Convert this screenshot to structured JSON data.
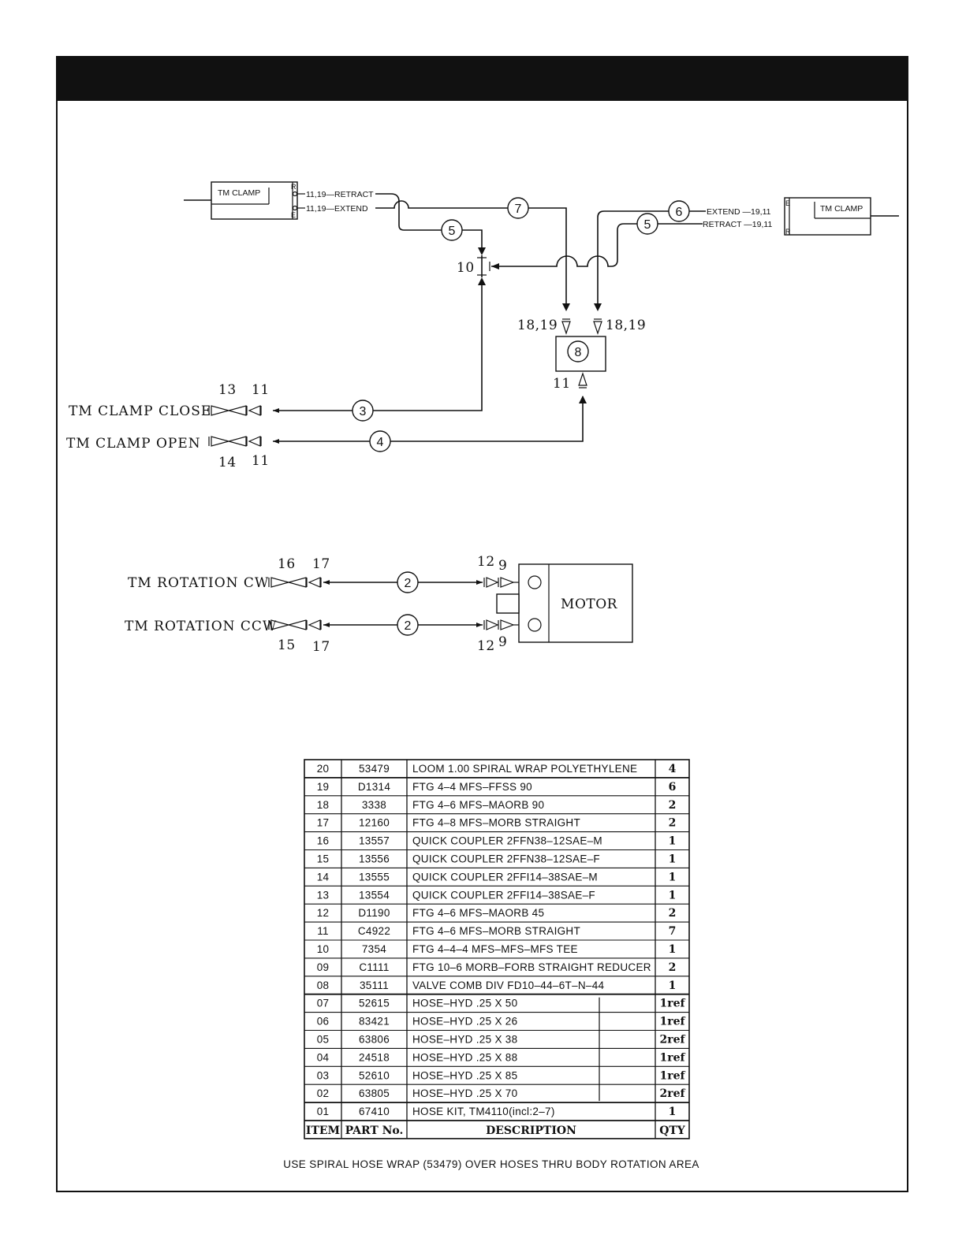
{
  "diagram": {
    "left_cylinder": {
      "title": "TM CLAMP",
      "port_r": "R",
      "port_e": "E",
      "retract": "11,19—RETRACT",
      "extend": "11,19—EXTEND"
    },
    "right_cylinder": {
      "title": "TM CLAMP",
      "port_e": "E",
      "port_r": "R",
      "extend": "EXTEND —19,11",
      "retract": "RETRACT —19,11"
    },
    "hoses": {
      "h7": "7",
      "h6": "6",
      "h5a": "5",
      "h5b": "5",
      "h3": "3",
      "h4": "4",
      "h2a": "2",
      "h2b": "2"
    },
    "tee_label": "10",
    "valve": {
      "id": "8",
      "left_fittings": "18,19",
      "right_fittings": "18,19",
      "bottom_fitting": "11"
    },
    "clamp_close": {
      "label": "TM  CLAMP  CLOSE",
      "top1": "13",
      "top2": "11"
    },
    "clamp_open": {
      "label": "TM  CLAMP  OPEN",
      "bot1": "14",
      "bot2": "11"
    },
    "rot_cw": {
      "label": "TM  ROTATION  CW",
      "top1": "16",
      "top2": "17",
      "right1": "12",
      "right2": "9"
    },
    "rot_ccw": {
      "label": "TM  ROTATION  CCW",
      "bot1": "15",
      "bot2": "17",
      "right1": "12",
      "right2": "9"
    },
    "motor": "MOTOR"
  },
  "parts_table": {
    "rows": [
      {
        "item": "20",
        "part": "53479",
        "desc": "LOOM  1.00  SPIRAL  WRAP  POLYETHYLENE",
        "qty": "4"
      },
      {
        "item": "19",
        "part": "D1314",
        "desc": "FTG  4–4  MFS–FFSS  90",
        "qty": "6"
      },
      {
        "item": "18",
        "part": "3338",
        "desc": "FTG  4–6  MFS–MAORB  90",
        "qty": "2"
      },
      {
        "item": "17",
        "part": "12160",
        "desc": "FTG  4–8  MFS–MORB  STRAIGHT",
        "qty": "2"
      },
      {
        "item": "16",
        "part": "13557",
        "desc": "QUICK  COUPLER  2FFN38–12SAE–M",
        "qty": "1"
      },
      {
        "item": "15",
        "part": "13556",
        "desc": "QUICK  COUPLER  2FFN38–12SAE–F",
        "qty": "1"
      },
      {
        "item": "14",
        "part": "13555",
        "desc": "QUICK  COUPLER  2FFI14–38SAE–M",
        "qty": "1"
      },
      {
        "item": "13",
        "part": "13554",
        "desc": "QUICK  COUPLER  2FFI14–38SAE–F",
        "qty": "1"
      },
      {
        "item": "12",
        "part": "D1190",
        "desc": "FTG  4–6  MFS–MAORB  45",
        "qty": "2"
      },
      {
        "item": "11",
        "part": "C4922",
        "desc": "FTG  4–6  MFS–MORB  STRAIGHT",
        "qty": "7"
      },
      {
        "item": "10",
        "part": "7354",
        "desc": "FTG  4–4–4  MFS–MFS–MFS  TEE",
        "qty": "1"
      },
      {
        "item": "09",
        "part": "C1111",
        "desc": "FTG  10–6  MORB–FORB  STRAIGHT  REDUCER",
        "qty": "2"
      },
      {
        "item": "08",
        "part": "35111",
        "desc": "VALVE  COMB  DIV  FD10–44–6T–N–44",
        "qty": "1"
      },
      {
        "item": "07",
        "part": "52615",
        "desc": "HOSE–HYD  .25  X  50",
        "qty": "1ref"
      },
      {
        "item": "06",
        "part": "83421",
        "desc": "HOSE–HYD  .25  X  26",
        "qty": "1ref"
      },
      {
        "item": "05",
        "part": "63806",
        "desc": "HOSE–HYD  .25  X  38",
        "qty": "2ref"
      },
      {
        "item": "04",
        "part": "24518",
        "desc": "HOSE–HYD  .25  X  88",
        "qty": "1ref"
      },
      {
        "item": "03",
        "part": "52610",
        "desc": "HOSE–HYD  .25  X  85",
        "qty": "1ref"
      },
      {
        "item": "02",
        "part": "63805",
        "desc": "HOSE–HYD  .25  X  70",
        "qty": "2ref"
      },
      {
        "item": "01",
        "part": "67410",
        "desc": "HOSE  KIT,  TM4110(incl:2–7)",
        "qty": "1"
      }
    ],
    "header": {
      "item": "ITEM",
      "part": "PART  No.",
      "desc": "DESCRIPTION",
      "qty": "QTY"
    }
  },
  "note": "USE  SPIRAL  HOSE  WRAP  (53479)  OVER  HOSES  THRU  BODY  ROTATION  AREA"
}
